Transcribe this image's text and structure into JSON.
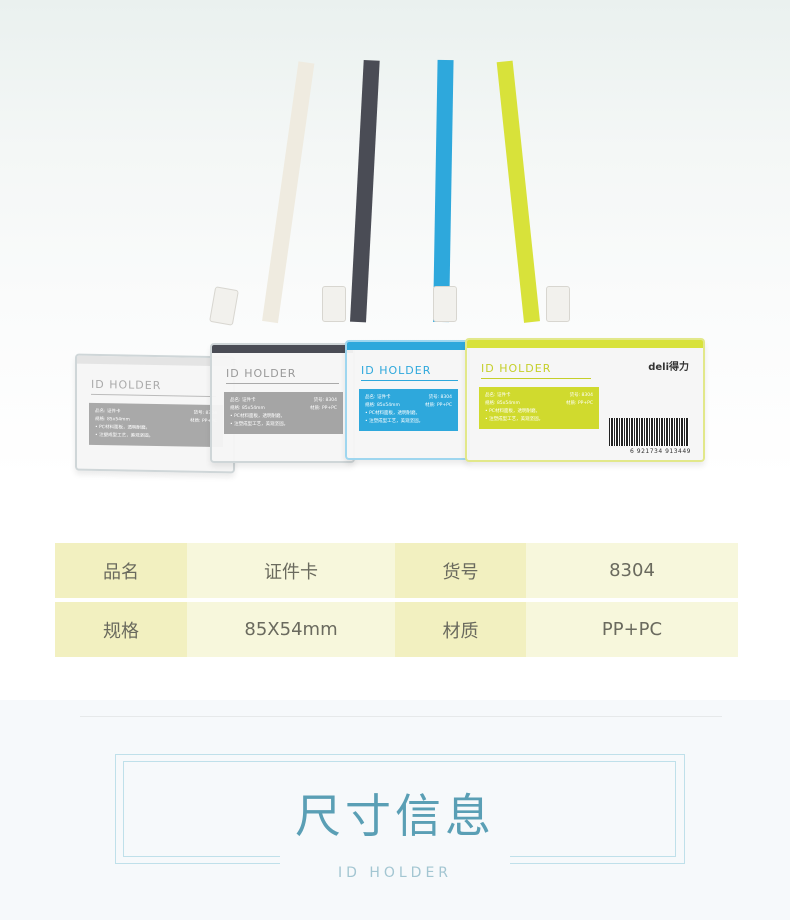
{
  "product_image": {
    "card_heading": "ID HOLDER",
    "card_fields": [
      {
        "label": "品名: 证件卡",
        "value": "货号: 8304"
      },
      {
        "label": "规格: 85x54mm",
        "value": "材质: PP+PC"
      }
    ],
    "card_bullets": [
      "• PC材料面板，透明耐磨。",
      "• 注塑成型工艺，美观坚固。"
    ],
    "brand": "deli得力",
    "barcode_number": "6 921734 913449",
    "colors": {
      "clear": "#c9c9c9",
      "dark": "#4a4c55",
      "blue": "#2ea8dc",
      "yellow": "#d8e23a"
    }
  },
  "spec_table": {
    "rows": [
      [
        {
          "key": "品名",
          "value": "证件卡"
        },
        {
          "key": "货号",
          "value": "8304"
        }
      ],
      [
        {
          "key": "规格",
          "value": "85X54mm"
        },
        {
          "key": "材质",
          "value": "PP+PC"
        }
      ]
    ]
  },
  "section": {
    "title": "尺寸信息",
    "subtitle": "ID HOLDER"
  }
}
